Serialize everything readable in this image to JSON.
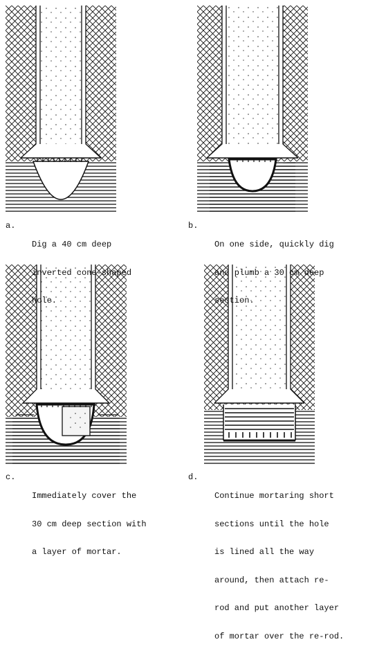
{
  "steps": [
    {
      "letter": "a.",
      "lines": [
        "Dig a 40 cm deep",
        "inverted cone-shaped",
        "hole."
      ]
    },
    {
      "letter": "b.",
      "lines": [
        "On one side, quickly dig",
        "and plumb a 30 cm deep",
        "section."
      ]
    },
    {
      "letter": "c.",
      "lines": [
        "Immediately cover the",
        "30 cm deep section with",
        "a layer of mortar."
      ]
    },
    {
      "letter": "d.",
      "lines": [
        "Continue mortaring short",
        "sections until the hole",
        "is lined all the way",
        "around, then attach re-",
        "rod and put another layer",
        "of mortar over the re-rod."
      ]
    }
  ]
}
